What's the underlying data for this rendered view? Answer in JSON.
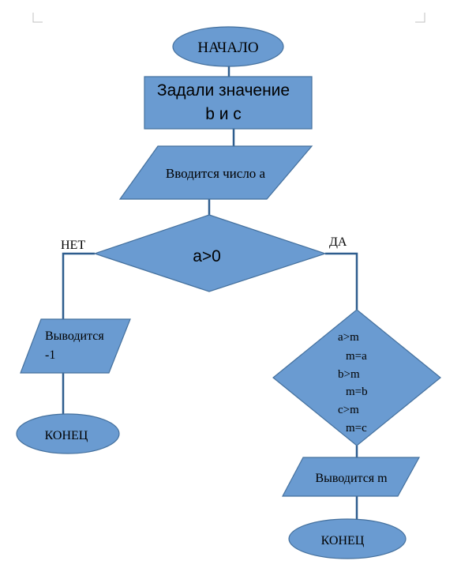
{
  "colors": {
    "fill": "#6a9bd1",
    "stroke": "#44709d",
    "connector": "#2e5d8e",
    "corner_marks": "#c0c0c0",
    "text": "#000000"
  },
  "flowchart": {
    "start": "НАЧАЛО",
    "process": [
      "Задали значение",
      "b и с"
    ],
    "input": "Вводится число а",
    "decision": "a>0",
    "branch_no": "НЕТ",
    "branch_yes": "ДА",
    "output_left": [
      "Выводится",
      "-1"
    ],
    "end_left": "КОНЕЦ",
    "decision_right": [
      "a>m",
      "m=a",
      "b>m",
      "m=b",
      "c>m",
      "m=c"
    ],
    "output_right": "Выводится m",
    "end_right": "КОНЕЦ"
  }
}
